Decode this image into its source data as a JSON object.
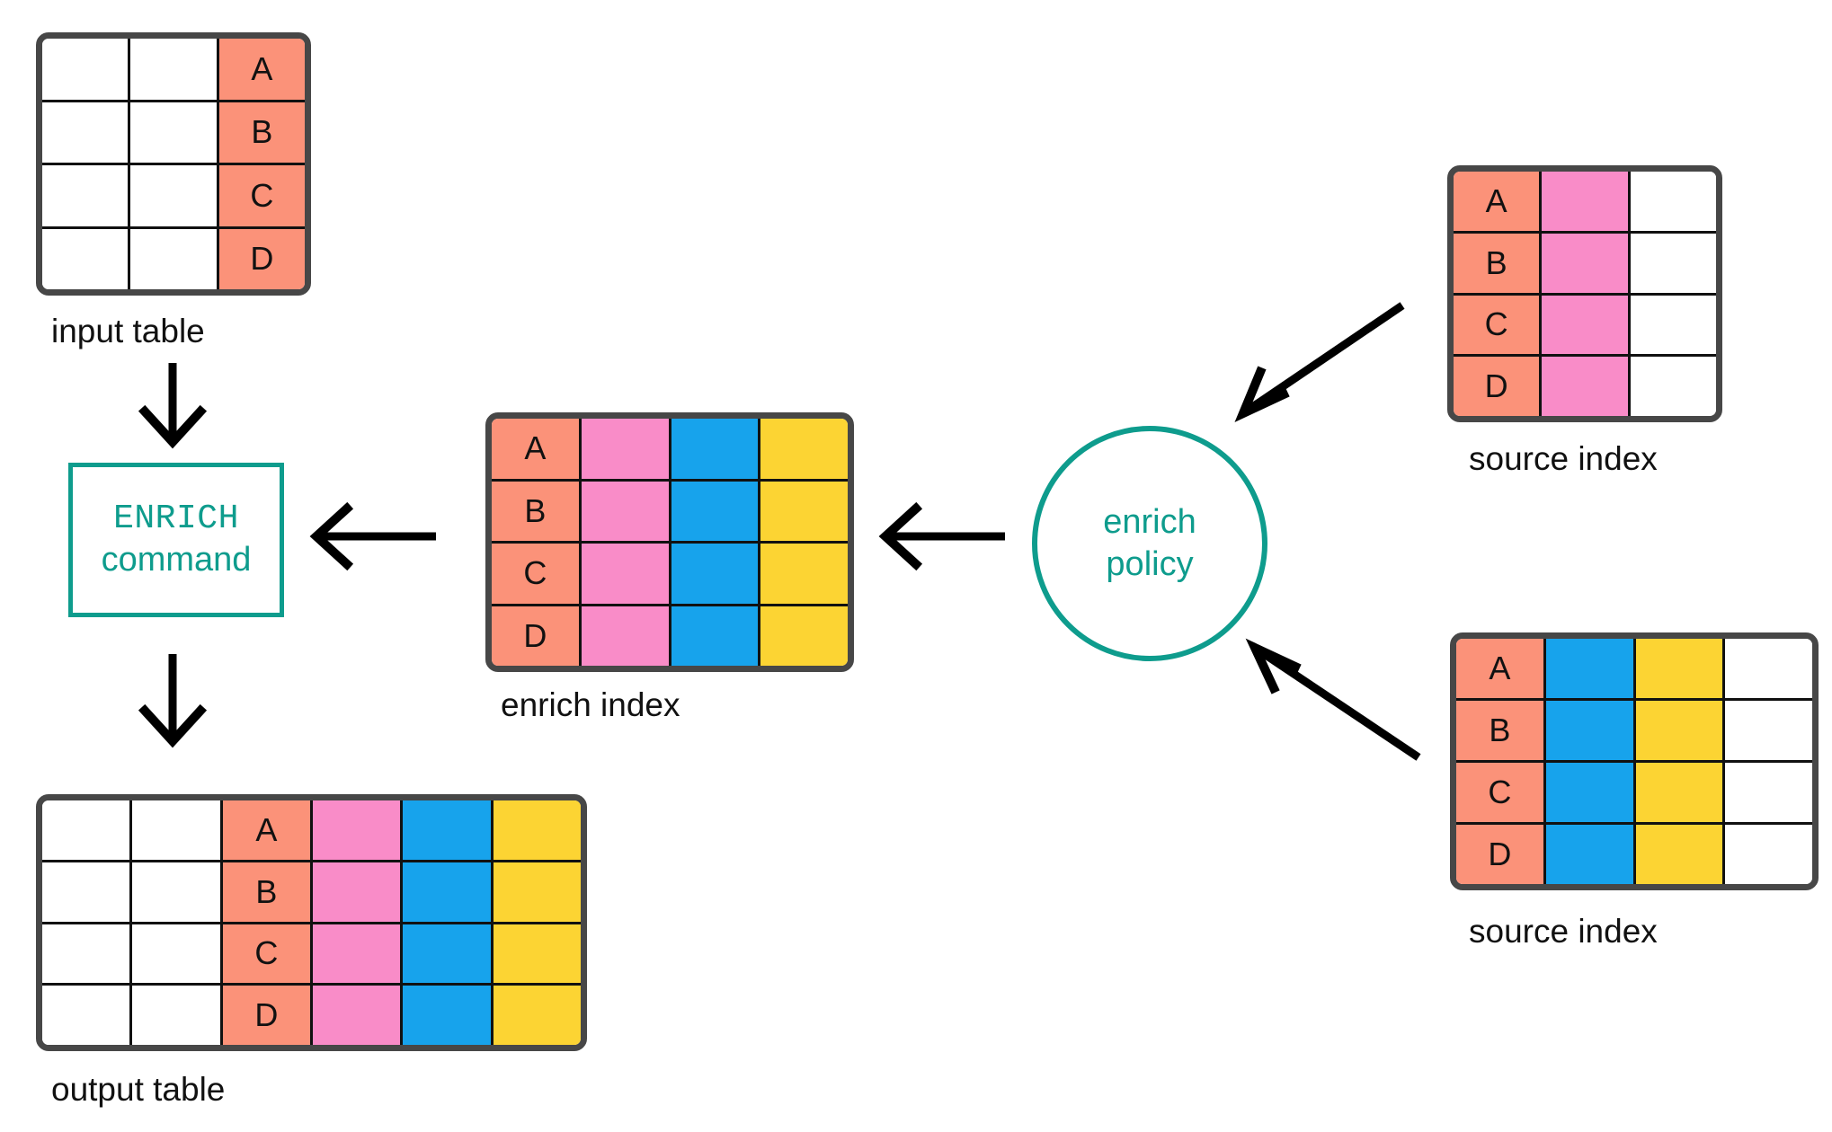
{
  "palette": {
    "salmon": "#fb9279",
    "pink": "#f98cc8",
    "blue": "#17a3ec",
    "yellow": "#fcd433",
    "white": "#ffffff",
    "teal": "#0e9c8d",
    "table_border": "#474747",
    "grid_line": "#111111",
    "arrow": "#000000"
  },
  "keys": [
    "A",
    "B",
    "C",
    "D"
  ],
  "input_table": {
    "caption": "input table",
    "columns": 3,
    "rows": [
      [
        {
          "fill": "white",
          "text": ""
        },
        {
          "fill": "white",
          "text": ""
        },
        {
          "fill": "salmon",
          "text": "A"
        }
      ],
      [
        {
          "fill": "white",
          "text": ""
        },
        {
          "fill": "white",
          "text": ""
        },
        {
          "fill": "salmon",
          "text": "B"
        }
      ],
      [
        {
          "fill": "white",
          "text": ""
        },
        {
          "fill": "white",
          "text": ""
        },
        {
          "fill": "salmon",
          "text": "C"
        }
      ],
      [
        {
          "fill": "white",
          "text": ""
        },
        {
          "fill": "white",
          "text": ""
        },
        {
          "fill": "salmon",
          "text": "D"
        }
      ]
    ]
  },
  "output_table": {
    "caption": "output table",
    "columns": 6,
    "rows": [
      [
        {
          "fill": "white",
          "text": ""
        },
        {
          "fill": "white",
          "text": ""
        },
        {
          "fill": "salmon",
          "text": "A"
        },
        {
          "fill": "pink",
          "text": ""
        },
        {
          "fill": "blue",
          "text": ""
        },
        {
          "fill": "yellow",
          "text": ""
        }
      ],
      [
        {
          "fill": "white",
          "text": ""
        },
        {
          "fill": "white",
          "text": ""
        },
        {
          "fill": "salmon",
          "text": "B"
        },
        {
          "fill": "pink",
          "text": ""
        },
        {
          "fill": "blue",
          "text": ""
        },
        {
          "fill": "yellow",
          "text": ""
        }
      ],
      [
        {
          "fill": "white",
          "text": ""
        },
        {
          "fill": "white",
          "text": ""
        },
        {
          "fill": "salmon",
          "text": "C"
        },
        {
          "fill": "pink",
          "text": ""
        },
        {
          "fill": "blue",
          "text": ""
        },
        {
          "fill": "yellow",
          "text": ""
        }
      ],
      [
        {
          "fill": "white",
          "text": ""
        },
        {
          "fill": "white",
          "text": ""
        },
        {
          "fill": "salmon",
          "text": "D"
        },
        {
          "fill": "pink",
          "text": ""
        },
        {
          "fill": "blue",
          "text": ""
        },
        {
          "fill": "yellow",
          "text": ""
        }
      ]
    ]
  },
  "enrich_index": {
    "caption": "enrich index",
    "columns": 4,
    "rows": [
      [
        {
          "fill": "salmon",
          "text": "A"
        },
        {
          "fill": "pink",
          "text": ""
        },
        {
          "fill": "blue",
          "text": ""
        },
        {
          "fill": "yellow",
          "text": ""
        }
      ],
      [
        {
          "fill": "salmon",
          "text": "B"
        },
        {
          "fill": "pink",
          "text": ""
        },
        {
          "fill": "blue",
          "text": ""
        },
        {
          "fill": "yellow",
          "text": ""
        }
      ],
      [
        {
          "fill": "salmon",
          "text": "C"
        },
        {
          "fill": "pink",
          "text": ""
        },
        {
          "fill": "blue",
          "text": ""
        },
        {
          "fill": "yellow",
          "text": ""
        }
      ],
      [
        {
          "fill": "salmon",
          "text": "D"
        },
        {
          "fill": "pink",
          "text": ""
        },
        {
          "fill": "blue",
          "text": ""
        },
        {
          "fill": "yellow",
          "text": ""
        }
      ]
    ]
  },
  "source_index_top": {
    "caption": "source index",
    "columns": 3,
    "rows": [
      [
        {
          "fill": "salmon",
          "text": "A"
        },
        {
          "fill": "pink",
          "text": ""
        },
        {
          "fill": "white",
          "text": ""
        }
      ],
      [
        {
          "fill": "salmon",
          "text": "B"
        },
        {
          "fill": "pink",
          "text": ""
        },
        {
          "fill": "white",
          "text": ""
        }
      ],
      [
        {
          "fill": "salmon",
          "text": "C"
        },
        {
          "fill": "pink",
          "text": ""
        },
        {
          "fill": "white",
          "text": ""
        }
      ],
      [
        {
          "fill": "salmon",
          "text": "D"
        },
        {
          "fill": "pink",
          "text": ""
        },
        {
          "fill": "white",
          "text": ""
        }
      ]
    ]
  },
  "source_index_bottom": {
    "caption": "source index",
    "columns": 4,
    "rows": [
      [
        {
          "fill": "salmon",
          "text": "A"
        },
        {
          "fill": "blue",
          "text": ""
        },
        {
          "fill": "yellow",
          "text": ""
        },
        {
          "fill": "white",
          "text": ""
        }
      ],
      [
        {
          "fill": "salmon",
          "text": "B"
        },
        {
          "fill": "blue",
          "text": ""
        },
        {
          "fill": "yellow",
          "text": ""
        },
        {
          "fill": "white",
          "text": ""
        }
      ],
      [
        {
          "fill": "salmon",
          "text": "C"
        },
        {
          "fill": "blue",
          "text": ""
        },
        {
          "fill": "yellow",
          "text": ""
        },
        {
          "fill": "white",
          "text": ""
        }
      ],
      [
        {
          "fill": "salmon",
          "text": "D"
        },
        {
          "fill": "blue",
          "text": ""
        },
        {
          "fill": "yellow",
          "text": ""
        },
        {
          "fill": "white",
          "text": ""
        }
      ]
    ]
  },
  "enrich_command": {
    "line1": "ENRICH",
    "line2": "command"
  },
  "enrich_policy": {
    "line1": "enrich",
    "line2": "policy"
  },
  "arrows": [
    {
      "name": "arrow-input-to-command",
      "direction": "down"
    },
    {
      "name": "arrow-command-to-output",
      "direction": "down"
    },
    {
      "name": "arrow-enrich-index-to-command",
      "direction": "left"
    },
    {
      "name": "arrow-policy-to-enrich-index",
      "direction": "left"
    },
    {
      "name": "arrow-source-top-to-policy",
      "direction": "down-left"
    },
    {
      "name": "arrow-source-bottom-to-policy",
      "direction": "up-left"
    }
  ]
}
